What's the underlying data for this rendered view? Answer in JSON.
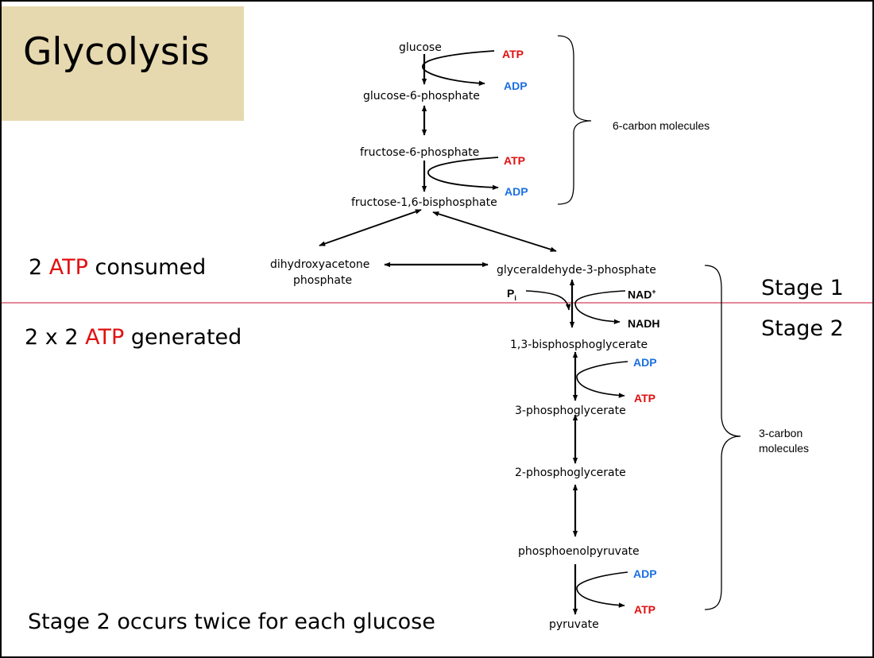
{
  "title": "Glycolysis",
  "stage_labels": {
    "stage1": "Stage 1",
    "stage2": "Stage 2"
  },
  "atp_notes": {
    "consumed_prefix": "2 ",
    "consumed_atp": "ATP",
    "consumed_suffix": " consumed",
    "generated_prefix": "2 x 2 ",
    "generated_atp": "ATP",
    "generated_suffix": " generated"
  },
  "footer_note": "Stage 2 occurs twice for each glucose",
  "molecules": {
    "glucose": "glucose",
    "g6p": "glucose-6-phosphate",
    "f6p": "fructose-6-phosphate",
    "f16bp": "fructose-1,6-bisphosphate",
    "dhap_line1": "dihydroxyacetone",
    "dhap_line2": "phosphate",
    "g3p": "glyceraldehyde-3-phosphate",
    "bpg13": "1,3-bisphosphoglycerate",
    "pg3": "3-phosphoglycerate",
    "pg2": "2-phosphoglycerate",
    "pep": "phosphoenolpyruvate",
    "pyruvate": "pyruvate"
  },
  "cofactors": {
    "atp": "ATP",
    "adp": "ADP",
    "nad": "NAD",
    "nad_sup": "+",
    "nadh": "NADH",
    "pi": "P",
    "pi_sub": "i"
  },
  "brace_labels": {
    "six_carbon": "6-carbon molecules",
    "three_carbon_line1": "3-carbon",
    "three_carbon_line2": "molecules"
  },
  "colors": {
    "atp": "#e01010",
    "adp": "#1a6fe0",
    "title_bg": "#e6d9af",
    "stage_line": "#d0405a"
  }
}
